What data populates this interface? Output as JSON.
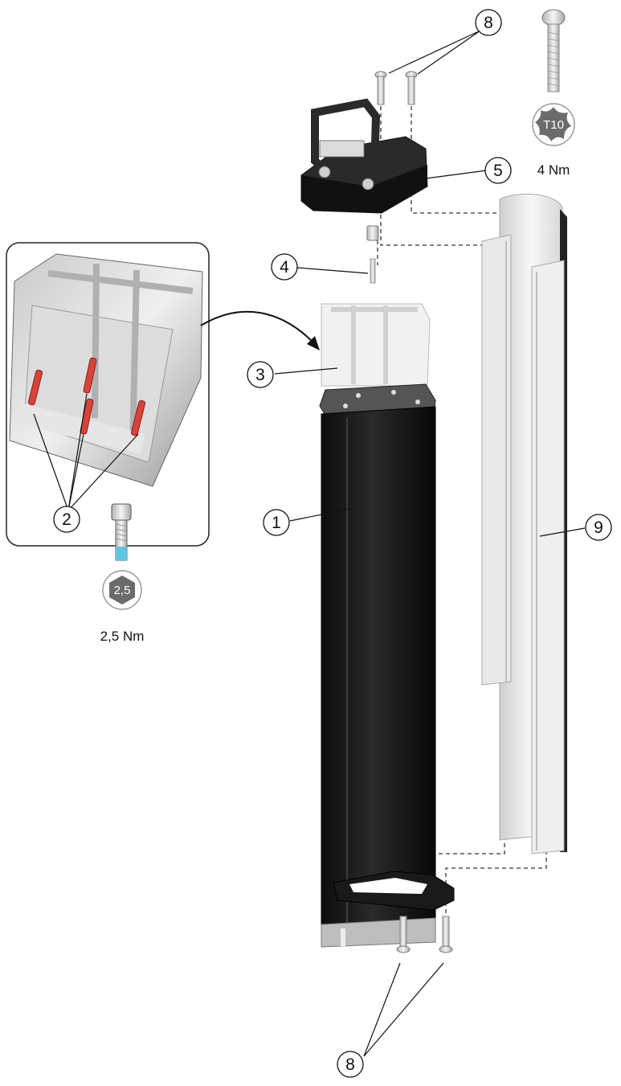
{
  "callouts": {
    "c1": "1",
    "c2": "2",
    "c3": "3",
    "c4": "4",
    "c5": "5",
    "c8_top": "8",
    "c8_bottom": "8",
    "c9": "9"
  },
  "tools": {
    "torx": {
      "bit": "T10",
      "torque": "4 Nm"
    },
    "hex": {
      "bit": "2,5",
      "torque": "2,5 Nm"
    }
  },
  "colors": {
    "column_body": "#1a1a1a",
    "highlight_screw": "#d9433a",
    "tool_badge": "#6b6b6b",
    "thread_blue": "#5fc6e0",
    "panel_white": "#f2f2f2",
    "outline": "#111111"
  },
  "icons": {
    "torx": "torx-bit-icon",
    "hex": "hex-bit-icon"
  }
}
